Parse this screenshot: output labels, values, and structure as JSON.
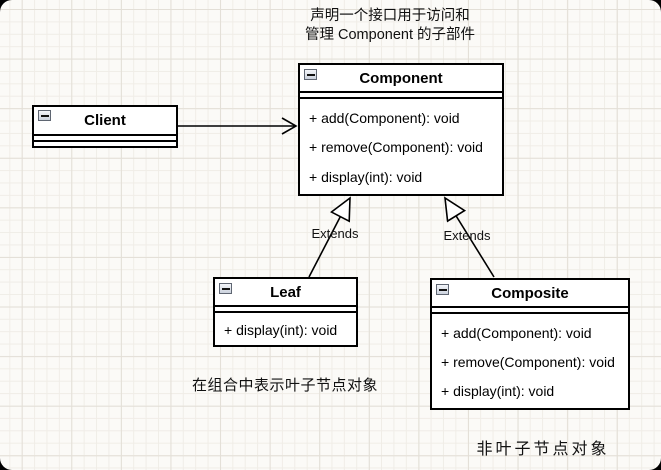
{
  "diagram": {
    "type": "uml-class-diagram",
    "pattern": "Composite"
  },
  "notes": {
    "top": "声明一个接口用于访问和\n管理 Component 的子部件",
    "leaf": "在组合中表示叶子节点对象",
    "composite": "非叶子节点对象"
  },
  "classes": {
    "client": {
      "title": "Client",
      "methods": []
    },
    "component": {
      "title": "Component",
      "methods": [
        "+ add(Component): void",
        "+ remove(Component): void",
        "+ display(int): void"
      ]
    },
    "leaf": {
      "title": "Leaf",
      "methods": [
        "+ display(int): void"
      ]
    },
    "composite": {
      "title": "Composite",
      "methods": [
        "+ add(Component): void",
        "+ remove(Component): void",
        "+ display(int): void"
      ]
    }
  },
  "edges": {
    "client_to_component": {
      "type": "open-arrow"
    },
    "leaf_extends": {
      "label": "Extends",
      "type": "generalization"
    },
    "composite_extends": {
      "label": "Extends",
      "type": "generalization"
    }
  },
  "colors": {
    "line": "#000000",
    "box_fill": "#ffffff",
    "canvas_bg": "#fbfaf7",
    "grid_minor": "#f0ede7",
    "grid_major": "#e3dfd7"
  }
}
